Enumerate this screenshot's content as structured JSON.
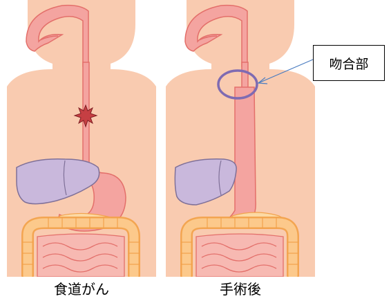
{
  "labels": {
    "before": "食道がん",
    "after": "手術後",
    "callout": "吻合部"
  },
  "colors": {
    "skin": "#f9cbb0",
    "esophagus_fill": "#f4a4a0",
    "esophagus_stroke": "#e36f6a",
    "liver_fill": "#c9b8dc",
    "liver_stroke": "#7f7098",
    "intestine_fill": "#fcc98b",
    "intestine_stroke": "#f2a24c",
    "small_intestine_fill": "#f7b9b2",
    "tumor_fill": "#c63f43",
    "tumor_stroke": "#7e1f23",
    "anastomosis_ring": "#7f6bb2",
    "arrow": "#4a7cc0"
  },
  "icons": {
    "tumor": "tumor-starburst-icon",
    "anastomosis": "anastomosis-ring-icon"
  }
}
